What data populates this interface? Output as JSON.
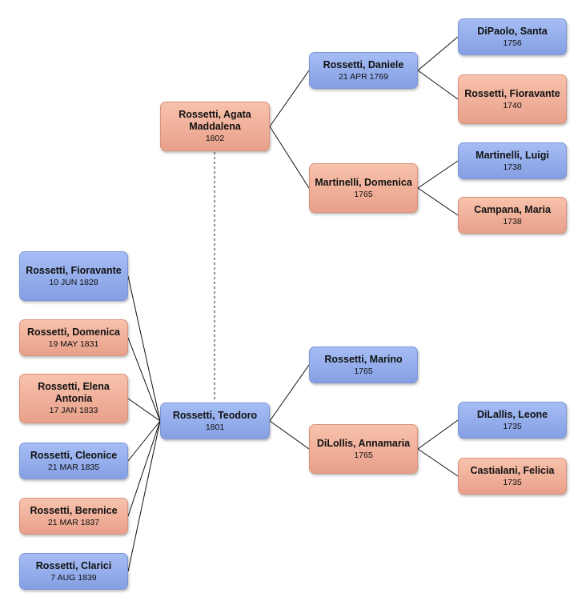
{
  "colors": {
    "male": "#95aeec",
    "female": "#f0b19b",
    "line": "#111111",
    "spouse_line": "#555555"
  },
  "people": {
    "teodoro": {
      "name": "Rossetti, Teodoro",
      "date": "1801",
      "sex": "male"
    },
    "agata": {
      "name": "Rossetti, Agata Maddalena",
      "date": "1802",
      "sex": "female"
    },
    "daniele": {
      "name": "Rossetti, Daniele",
      "date": "21 APR 1769",
      "sex": "male"
    },
    "domenica_m": {
      "name": "Martinelli, Domenica",
      "date": "1765",
      "sex": "female"
    },
    "santa": {
      "name": "DiPaolo, Santa",
      "date": "1756",
      "sex": "male"
    },
    "fioravante_g": {
      "name": "Rossetti, Fioravante",
      "date": "1740",
      "sex": "female"
    },
    "luigi": {
      "name": "Martinelli, Luigi",
      "date": "1738",
      "sex": "male"
    },
    "maria": {
      "name": "Campana, Maria",
      "date": "1738",
      "sex": "female"
    },
    "marino": {
      "name": "Rossetti, Marino",
      "date": "1765",
      "sex": "male"
    },
    "annamaria": {
      "name": "DiLollis, Annamaria",
      "date": "1765",
      "sex": "female"
    },
    "leone": {
      "name": "DiLallis, Leone",
      "date": "1735",
      "sex": "male"
    },
    "felicia": {
      "name": "Castialani, Felicia",
      "date": "1735",
      "sex": "female"
    },
    "c_fioravante": {
      "name": "Rossetti, Fioravante",
      "date": "10 JUN 1828",
      "sex": "male"
    },
    "c_domenica": {
      "name": "Rossetti, Domenica",
      "date": "19 MAY 1831",
      "sex": "female"
    },
    "c_elena": {
      "name": "Rossetti, Elena Antonia",
      "date": "17 JAN 1833",
      "sex": "female"
    },
    "c_cleonice": {
      "name": "Rossetti, Cleonice",
      "date": "21 MAR 1835",
      "sex": "male"
    },
    "c_berenice": {
      "name": "Rossetti, Berenice",
      "date": "21 MAR 1837",
      "sex": "female"
    },
    "c_clarici": {
      "name": "Rossetti, Clarici",
      "date": "7 AUG 1839",
      "sex": "male"
    }
  }
}
